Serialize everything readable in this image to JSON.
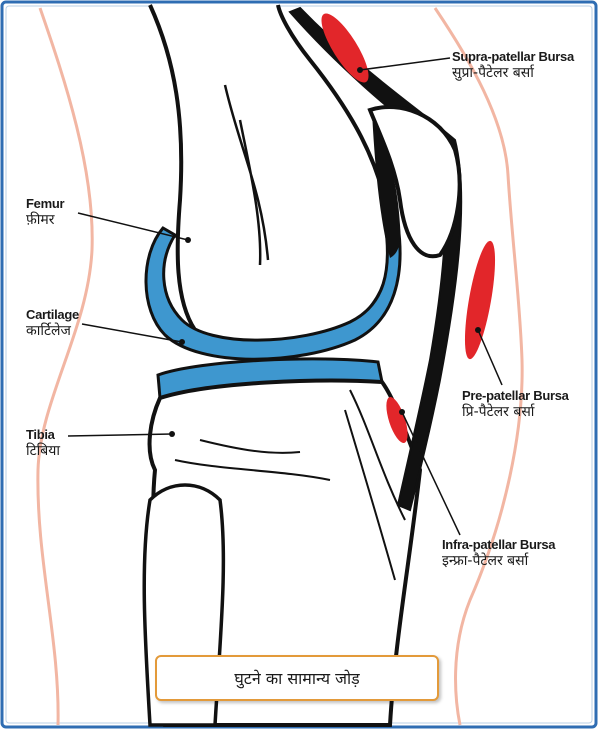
{
  "colors": {
    "cartilage": "#3e97cf",
    "bursa": "#e2262a",
    "skin_outline": "#f2b6a3",
    "bone_outline": "#111111",
    "caption_border": "#e39a3a",
    "frame_border": "#2f6db3"
  },
  "labels": {
    "femur": {
      "en": "Femur",
      "hi": "फ़ीमर"
    },
    "cartilage": {
      "en": "Cartilage",
      "hi": "कार्टिलेज"
    },
    "tibia": {
      "en": "Tibia",
      "hi": "टिबिया"
    },
    "supra_patellar": {
      "en": "Supra-patellar Bursa",
      "hi": "सुप्रा-पैटेलर बर्सा"
    },
    "pre_patellar": {
      "en": "Pre-patellar Bursa",
      "hi": "प्रि-पैटेलर बर्सा"
    },
    "infra_patellar": {
      "en": "Infra-patellar Bursa",
      "hi": "इन्फ्रा-पैटेलर बर्सा"
    }
  },
  "caption": "घुटने का सामान्य जोड़"
}
